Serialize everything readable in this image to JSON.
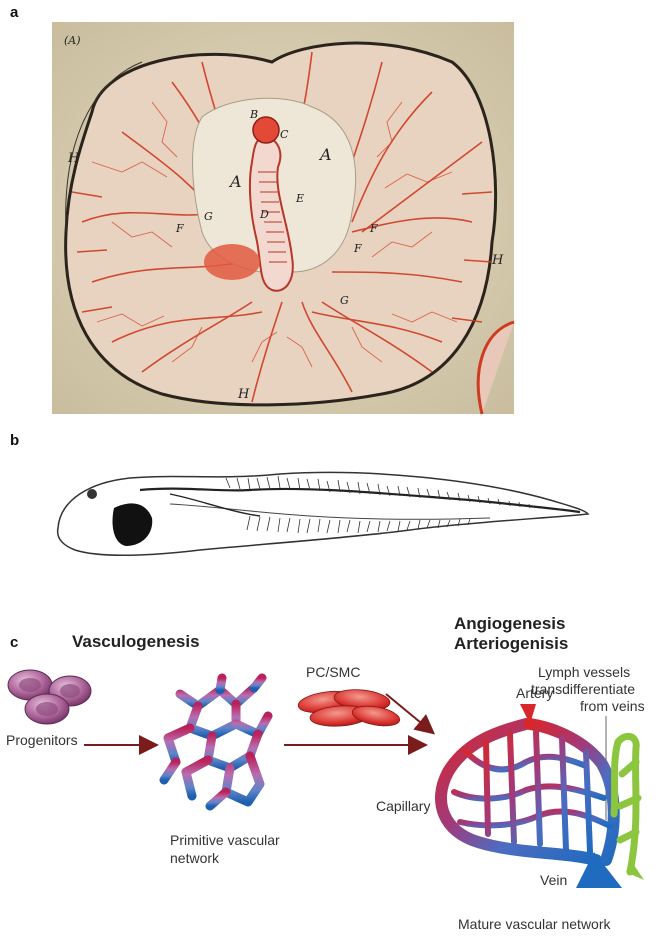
{
  "panels": {
    "a": {
      "letter": "a",
      "corner_label": "(A)",
      "letters": [
        "B",
        "C",
        "A",
        "A",
        "E",
        "D",
        "G",
        "F",
        "F",
        "F",
        "G",
        "H",
        "H",
        "H"
      ]
    },
    "b": {
      "letter": "b"
    },
    "c": {
      "letter": "c",
      "headings": {
        "vasculogenesis": "Vasculogenesis",
        "angiogenesis": "Angiogenesis",
        "arteriogenesis": "Arteriogenisis"
      },
      "labels": {
        "progenitors": "Progenitors",
        "pc_smc": "PC/SMC",
        "primitive_line1": "Primitive vascular",
        "primitive_line2": "network",
        "artery": "Artery",
        "lymph_line1": "Lymph vessels",
        "lymph_line2": "transdifferentiate",
        "lymph_line3": "from veins",
        "capillary": "Capillary",
        "vein": "Vein",
        "mature": "Mature vascular network"
      },
      "colors": {
        "arrow": "#7a1c1c",
        "artery_red": "#d8262a",
        "vein_blue": "#1f6bbf",
        "lymph_green": "#8cc63f",
        "capillary_purple": "#8a4fa0",
        "cell_purple": "#a0558f",
        "smc_red": "#d9302c"
      }
    }
  }
}
